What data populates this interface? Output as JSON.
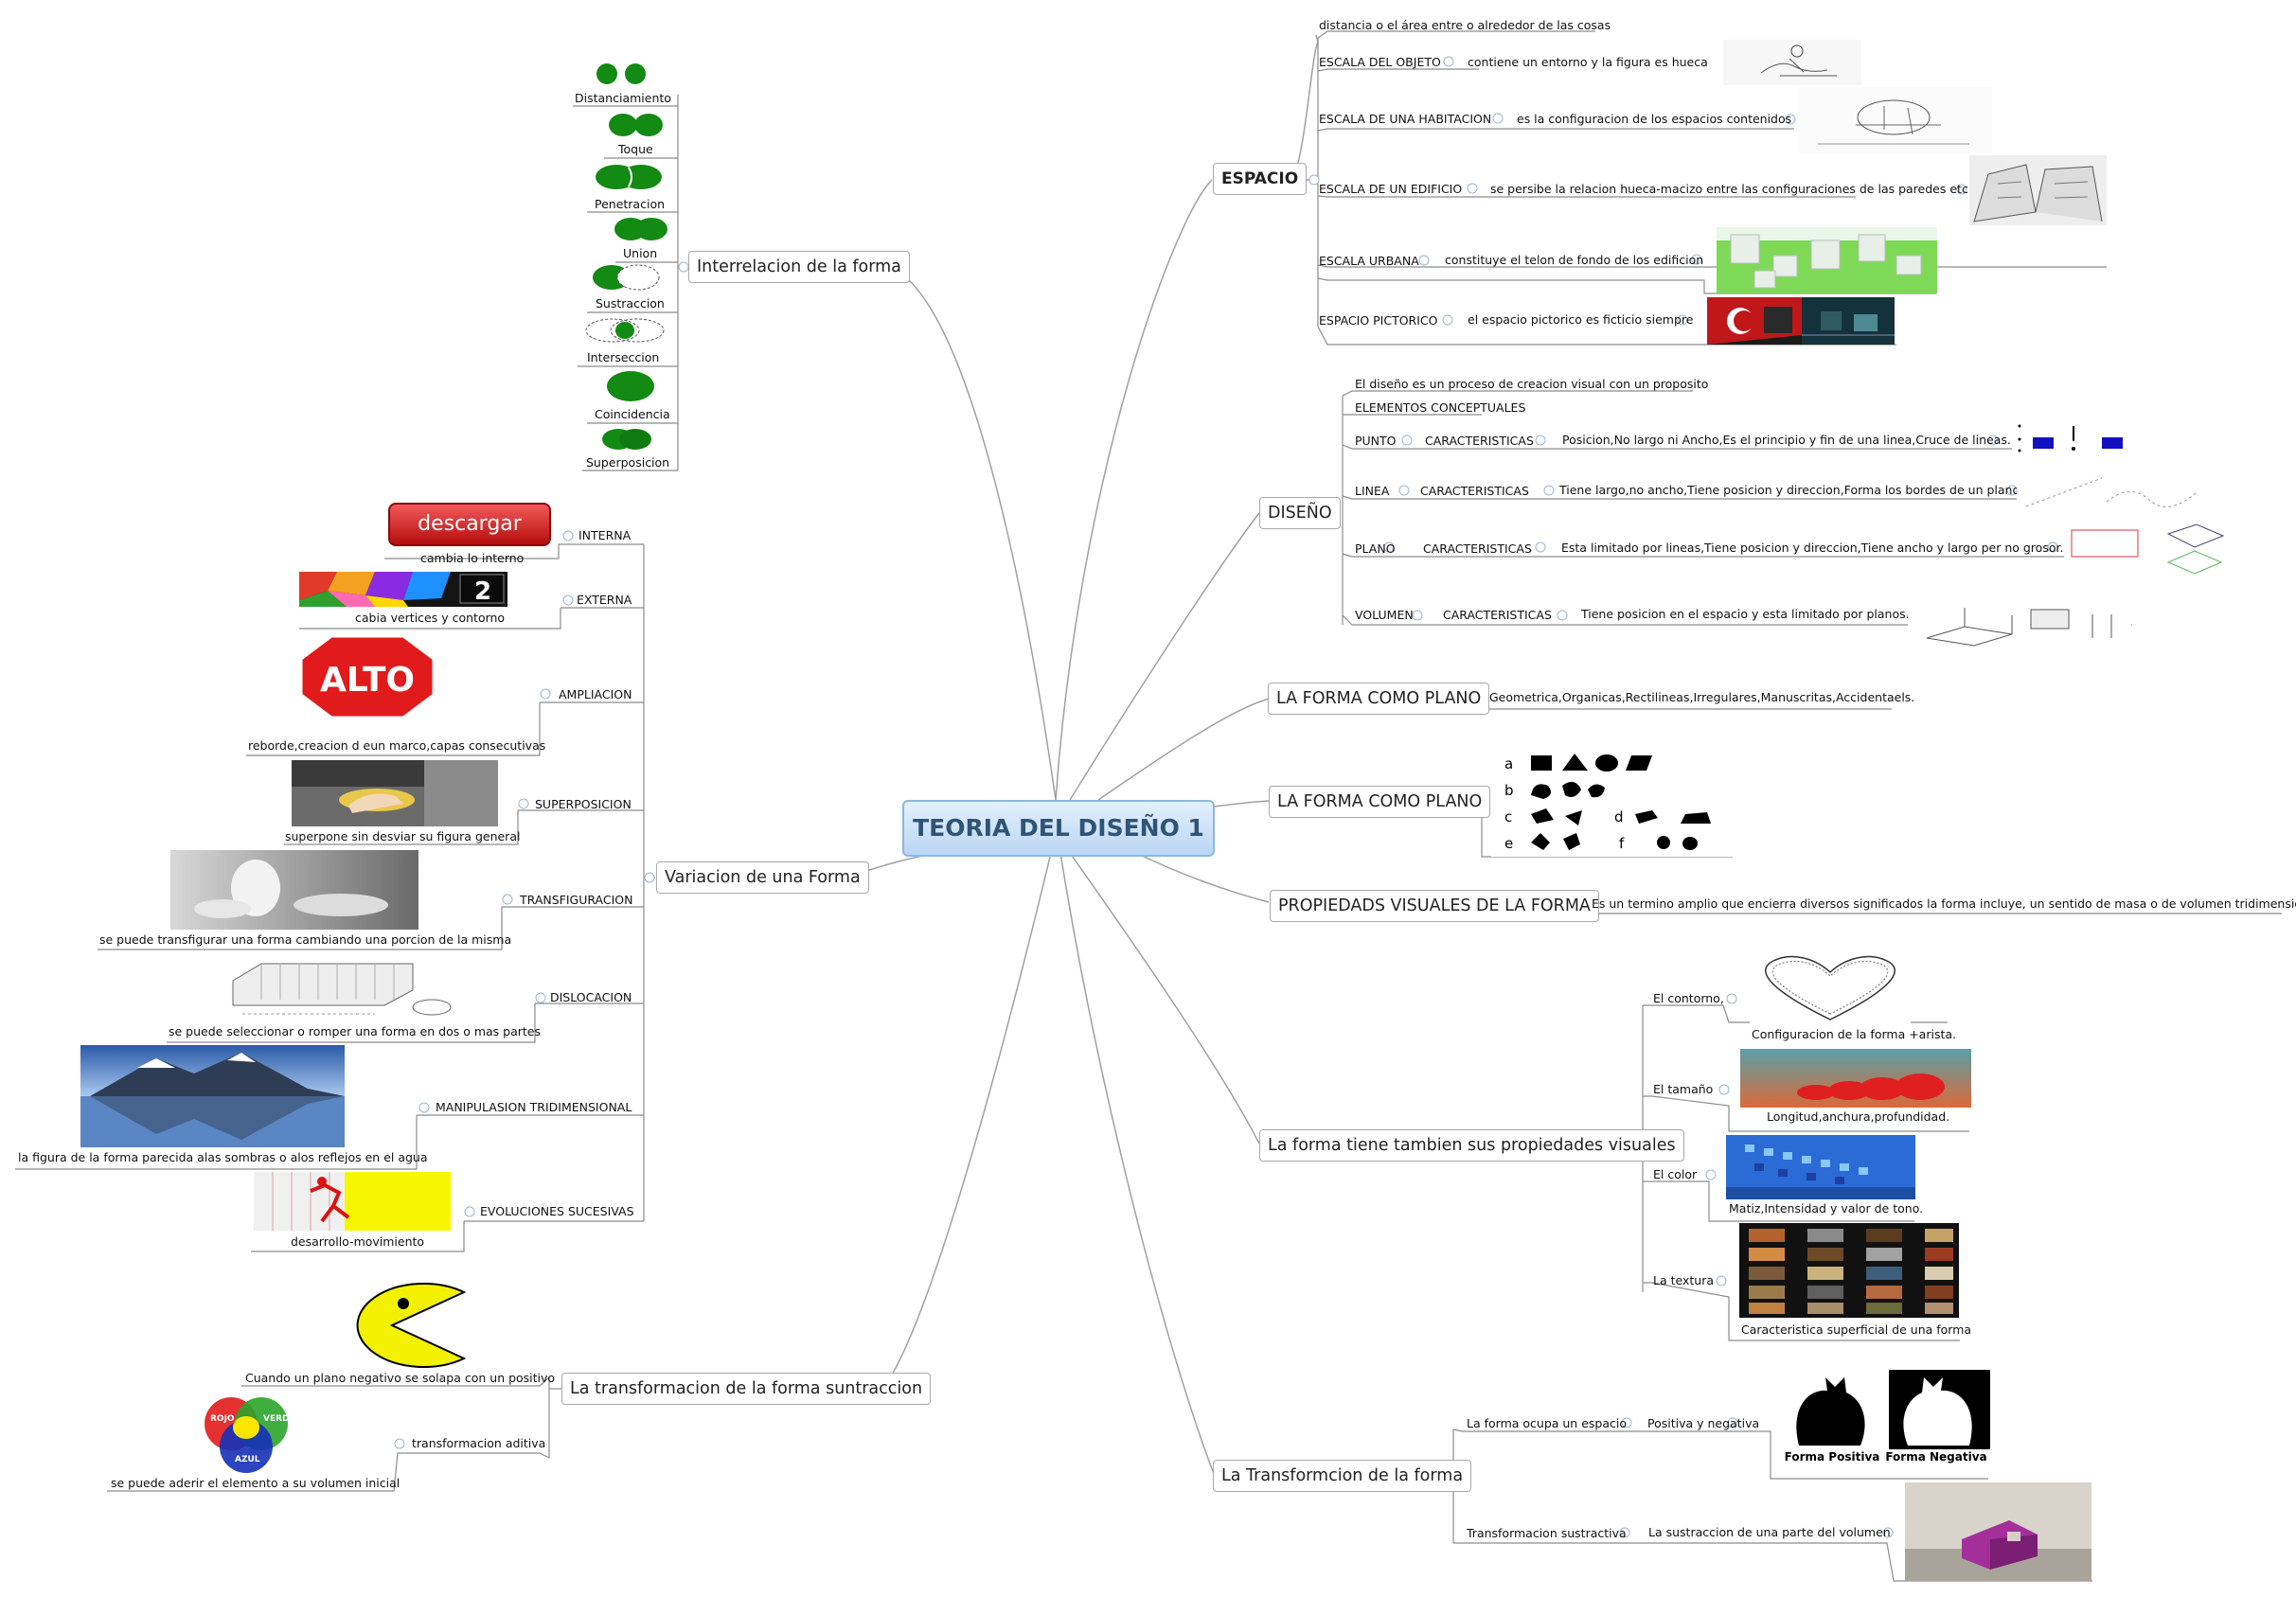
{
  "root": "TEORIA DEL DISEÑO 1",
  "espacio": {
    "title": "ESPACIO",
    "intro": "distancia o el área entre o alrededor de las cosas",
    "items": [
      {
        "label": "ESCALA DEL OBJETO",
        "desc": "contiene un entorno y la figura es hueca"
      },
      {
        "label": "ESCALA DE UNA HABITACION",
        "desc": "es la configuracion de los espacios contenidos"
      },
      {
        "label": "ESCALA DE UN EDIFICIO",
        "desc": "se persibe la relacion hueca-macizo entre las configuraciones de las paredes etc."
      },
      {
        "label": "ESCALA URBANA",
        "desc": "constituye el telon de fondo de los edificion"
      },
      {
        "label": "ESPACIO PICTORICO",
        "desc": "el espacio pictorico es ficticio siempre"
      }
    ]
  },
  "diseno": {
    "title": "DISEÑO",
    "intro": "El diseño es un proceso de creacion visual con un proposito",
    "elementos": "ELEMENTOS CONCEPTUALES",
    "caracteristicas": "CARACTERISTICAS",
    "items": [
      {
        "label": "PUNTO",
        "desc": "Posicion,No largo ni Ancho,Es el principio y fin de una linea,Cruce de lineas."
      },
      {
        "label": "LINEA",
        "desc": "Tiene largo,no ancho,Tiene posicion y direccion,Forma los bordes de un plano."
      },
      {
        "label": "PLANO",
        "desc": "Esta limitado por lineas,Tiene posicion y direccion,Tiene ancho y largo per no grosor."
      },
      {
        "label": "VOLUMEN",
        "desc": "Tiene posicion en el espacio y esta limitado por planos."
      }
    ]
  },
  "forma_plano_1": {
    "title": "LA FORMA COMO PLANO",
    "desc": "Geometrica,Organicas,Rectilineas,Irregulares,Manuscritas,Accidentaels."
  },
  "forma_plano_2": {
    "title": "LA FORMA COMO PLANO",
    "letters": [
      "a",
      "b",
      "c",
      "d",
      "e",
      "f"
    ]
  },
  "propiedades": {
    "title": "PROPIEDADS VISUALES DE LA FORMA",
    "desc": "Es un termino amplio que encierra diversos significados la forma incluye, un sentido de masa o de volumen tridimensional"
  },
  "visuales": {
    "title": "La forma tiene tambien sus propiedades visuales",
    "items": [
      {
        "label": "El contorno,",
        "caption": "Configuracion de la forma +arista."
      },
      {
        "label": "El tamaño",
        "caption": "Longitud,anchura,profundidad."
      },
      {
        "label": "El color",
        "caption": "Matiz,Intensidad y valor de tono."
      },
      {
        "label": "La textura",
        "caption": "Caracteristica superficial de una forma"
      }
    ]
  },
  "transformacion": {
    "title": "La Transformcion de la forma",
    "items": [
      {
        "label": "La forma ocupa un espacio",
        "sub": "Positiva y negativa"
      },
      {
        "label": "Transformacion sustractiva",
        "sub": "La sustraccion de una parte del volumen"
      }
    ],
    "cat_labels": [
      "Forma Positiva",
      "Forma Negativa"
    ]
  },
  "interrelacion": {
    "title": "Interrelacion de la forma",
    "items": [
      "Distanciamiento",
      "Toque",
      "Penetracion",
      "Union",
      "Sustraccion",
      "Interseccion",
      "Coincidencia",
      "Superposicion"
    ]
  },
  "variacion": {
    "title": "Variacion de una Forma",
    "items": [
      {
        "label": "INTERNA",
        "caption": "cambia lo interno"
      },
      {
        "label": "EXTERNA",
        "caption": "cabia vertices y contorno"
      },
      {
        "label": "AMPLIACION",
        "caption": "reborde,creacion d eun marco,capas consecutivas"
      },
      {
        "label": "SUPERPOSICION",
        "caption": "superpone sin desviar su figura general"
      },
      {
        "label": "TRANSFIGURACION",
        "caption": "se puede transfigurar una forma cambiando una porcion de la misma"
      },
      {
        "label": "DISLOCACION",
        "caption": "se puede seleccionar o romper una forma en dos o mas partes"
      },
      {
        "label": "MANIPULASION TRIDIMENSIONAL",
        "caption": "la figura de la forma parecida alas sombras o alos reflejos en el agua"
      },
      {
        "label": "EVOLUCIONES SUCESIVAS",
        "caption": "desarrollo-movimiento"
      }
    ],
    "button_text": "descargar",
    "stop_text": "ALTO",
    "tv_text": "2"
  },
  "sustraccion": {
    "title": "La transformacion de la forma suntraccion",
    "items": [
      {
        "label": "Cuando un plano negativo se solapa con un positivo"
      },
      {
        "label": "transformacion aditiva",
        "caption": "se puede aderir el elemento a su volumen inicial"
      }
    ],
    "color_labels": [
      "ROJO",
      "VERDE",
      "AZUL"
    ]
  }
}
